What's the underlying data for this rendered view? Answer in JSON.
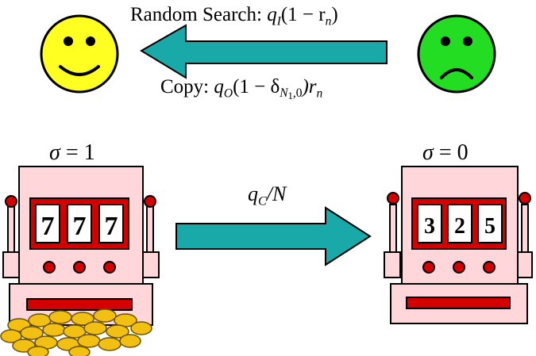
{
  "top": {
    "random_search": {
      "text": "Random Search:",
      "q": "q",
      "q_sub": "I",
      "rest": "(1 − r",
      "r_sub": "n",
      "close": ")"
    },
    "copy": {
      "text": "Copy:",
      "q": "q",
      "q_sub": "O",
      "open": "(1 − δ",
      "d_sub_base": "N",
      "d_sub_num": "1",
      "d_sub_tail": ",0",
      "close": ")r",
      "r_sub": "n"
    }
  },
  "bottom": {
    "rate": {
      "q": "q",
      "q_sub": "C",
      "rest": "/N"
    },
    "left_sigma": {
      "sym": "σ",
      "eq": " = 1"
    },
    "right_sigma": {
      "sym": "σ",
      "eq": " = 0"
    },
    "left_reels": [
      "7",
      "7",
      "7"
    ],
    "right_reels": [
      "3",
      "2",
      "5"
    ]
  },
  "colors": {
    "happy_face": "#ffff22",
    "sad_face": "#22dd22",
    "arrow": "#1aa9a9",
    "machine_body": "#ffd6d9",
    "machine_red": "#d40000",
    "coin": "#f2c012"
  },
  "icons": [
    "happy-face-icon",
    "sad-face-icon",
    "slot-machine-icon",
    "coins-icon",
    "arrow-left-icon",
    "arrow-right-icon"
  ]
}
